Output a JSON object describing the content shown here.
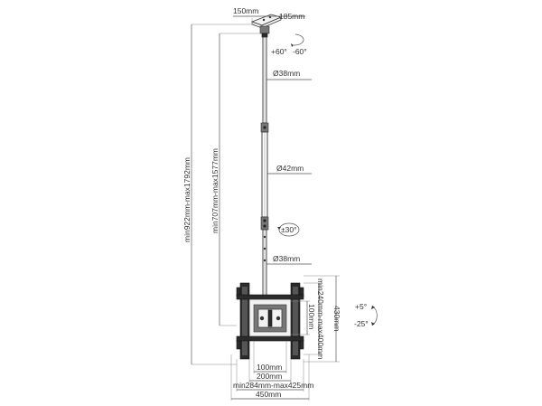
{
  "diagram": {
    "top_plate_width_1": "150mm",
    "top_plate_width_2": "185mm",
    "swivel_left": "+60°",
    "swivel_right": "-60°",
    "upper_tube_diameter": "Ø38mm",
    "middle_tube_diameter": "Ø42mm",
    "rotation": "±30°",
    "lower_tube_diameter": "Ø38mm",
    "total_height_range": "min922mm-max1792mm",
    "tube_height_range": "min707mm-max1577mm",
    "bracket_height": "430mm",
    "vesa_vertical_range": "min240mm-max400mm",
    "vesa_inner_vertical": "100mm",
    "tilt_up": "+5°",
    "tilt_down": "-25°",
    "vesa_inner_horizontal": "100mm",
    "vesa_horizontal_mid": "200mm",
    "vesa_horizontal_range": "min284mm-max425mm",
    "bracket_width": "450mm"
  },
  "colors": {
    "line": "#333333",
    "bracket": "#2b2b2b",
    "text": "#333333"
  }
}
